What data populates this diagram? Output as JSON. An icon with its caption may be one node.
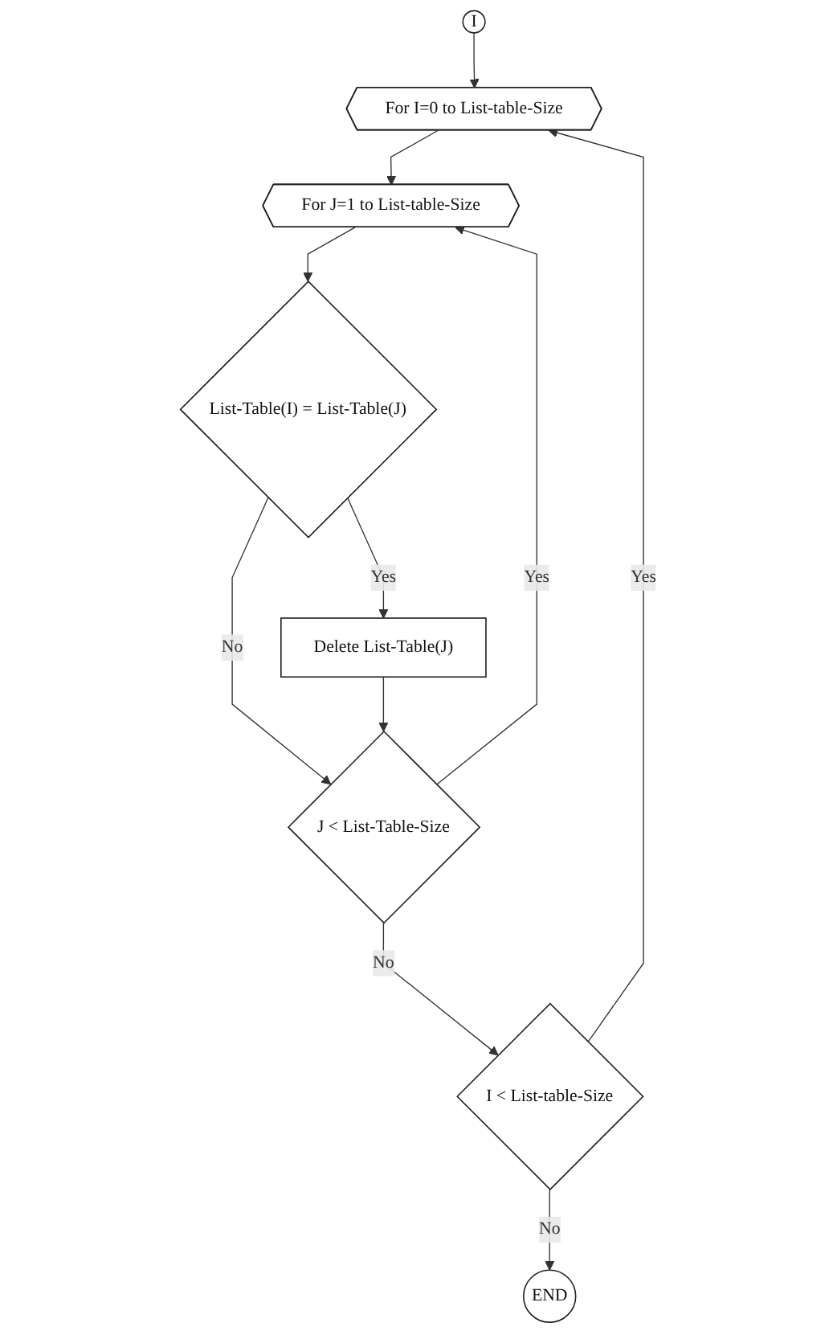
{
  "diagram": {
    "nodes": [
      {
        "text": [
          "I"
        ]
      },
      {
        "text": [
          "For I=0 to List-table-Size"
        ]
      },
      {
        "text": [
          "For J=1 to List-table-Size"
        ]
      },
      {
        "text": [
          "List-Table(I) = List-Table(J)"
        ]
      },
      {
        "text": [
          "Delete List-Table(J)"
        ]
      },
      {
        "text": [
          "J < List-Table-Size"
        ]
      },
      {
        "text": [
          "I < List-table-Size"
        ]
      },
      {
        "text": [
          "END"
        ]
      }
    ],
    "edges": [
      {
        "from": 0,
        "to": 1,
        "arrow": "to"
      },
      {
        "from": 1,
        "to": 2,
        "arrow": "to"
      },
      {
        "from": 2,
        "to": 3,
        "arrow": "to"
      },
      {
        "from": 3,
        "to": 4,
        "arrow": "to",
        "label": "Yes"
      },
      {
        "from": 3,
        "to": 5,
        "arrow": "to",
        "label": "No"
      },
      {
        "from": 4,
        "to": 5,
        "arrow": "to"
      },
      {
        "from": 5,
        "to": 2,
        "arrow": "to",
        "label": "Yes"
      },
      {
        "from": 5,
        "to": 6,
        "arrow": "to",
        "label": "No"
      },
      {
        "from": 6,
        "to": 1,
        "arrow": "to",
        "label": "Yes"
      },
      {
        "from": 6,
        "to": 7,
        "arrow": "to",
        "label": "No"
      }
    ]
  }
}
